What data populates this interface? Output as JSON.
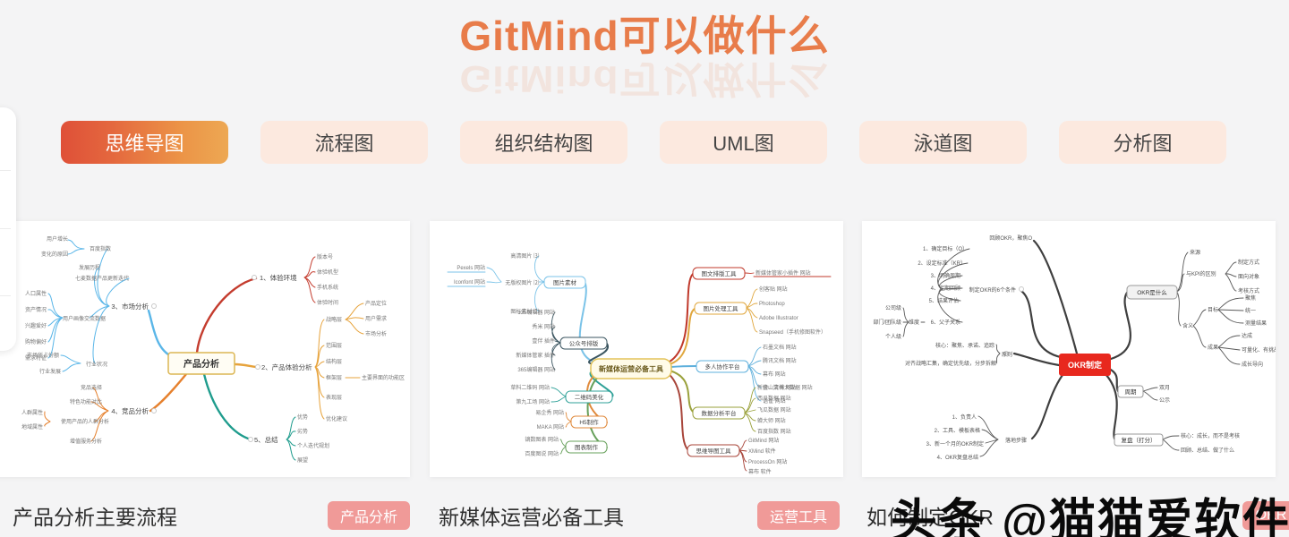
{
  "header": {
    "title": "GitMind可以做什么"
  },
  "tabs": [
    {
      "label": "思维导图",
      "active": true
    },
    {
      "label": "流程图",
      "active": false
    },
    {
      "label": "组织结构图",
      "active": false
    },
    {
      "label": "UML图",
      "active": false
    },
    {
      "label": "泳道图",
      "active": false
    },
    {
      "label": "分析图",
      "active": false
    }
  ],
  "colors": {
    "title_orange": "#e87c4a",
    "tab_active_gradient": [
      "#df5038",
      "#eda853"
    ],
    "tab_inactive_bg": "#fce9df",
    "tag_pink": "#f09a98",
    "okr_center_red": "#e8281e"
  },
  "watermark": {
    "text": "头条 @猫猫爱软件"
  },
  "cards": [
    {
      "caption": "产品分析主要流程",
      "tag": "产品分析",
      "map": {
        "center": "产品分析",
        "nodes": [
          "3、市场分析",
          "百度指数",
          "用户增长",
          "变化的原因",
          "发展历程",
          "七麦数据产品更新迭代",
          "用户画像交流数据",
          "人口属性",
          "资产情况",
          "兴趣爱好",
          "购物偏好",
          "需求特征",
          "行业状况",
          "市场所占份额",
          "行业发展",
          "1、体验环境",
          "版本号",
          "体验机型",
          "手机系统",
          "体验时间",
          "2、产品体验分析",
          "战略层",
          "产品定位",
          "用户需求",
          "市场分析",
          "范围层",
          "结构层",
          "框架层",
          "主要界面的功能区",
          "表现层",
          "优化建议",
          "4、竞品分析",
          "竞品选择",
          "特色功能对比",
          "使用产品的人群分析",
          "人群属性",
          "地域属性",
          "增值服务分析",
          "5、总结",
          "优势",
          "劣势",
          "个人迭代规划",
          "展望"
        ]
      }
    },
    {
      "caption": "新媒体运营必备工具",
      "tag": "运营工具",
      "map": {
        "center": "新媒体运营必备工具",
        "nodes": [
          "图片素材",
          "高清图片 ⑶",
          "无版权图片 ⑵",
          "图标素材 ⑵",
          "Pexels 网站",
          "Iconfont 网站",
          "公众号排版",
          "135编辑器 网站",
          "秀米 网站",
          "壹伴 插件",
          "新媒体管家 插件",
          "365编辑器 网站",
          "二维码美化",
          "草料二维码 网站",
          "第九工场 网站",
          "H5制作",
          "易企秀 网站",
          "MAKA 网站",
          "图表制作",
          "镝数图表 网站",
          "百度图说 网站",
          "图文排版工具",
          "新媒体管家小插件 网站",
          "图片处理工具",
          "创客贴 网站",
          "Photoshop",
          "Adobe Illustrator",
          "Snapseed（手机修图软件）",
          "多人协作平台",
          "石墨文档 网站",
          "腾讯文档 网站",
          "幕布 网站",
          "金山文档 网站",
          "语雀 网站",
          "数据分析平台",
          "新榜、清博大数据 网站",
          "西瓜数据 网站",
          "飞瓜数据 网站",
          "蝉大师 网站",
          "百度指数 网站",
          "思维导图工具",
          "GitMind 网站",
          "XMind 软件",
          "ProcessOn 网站",
          "幕布 软件"
        ]
      }
    },
    {
      "caption": "如何制定OKR",
      "tag": "OKR",
      "map": {
        "center": "OKR制定",
        "nodes": [
          "OKR是什么",
          "来源",
          "与KPI的区别",
          "制定方式",
          "面向对象",
          "考核方式",
          "含义",
          "目标",
          "聚焦",
          "统一",
          "测量结果",
          "成果",
          "达成",
          "可量化、有挑战",
          "成长导向",
          "制定OKR的6个条件",
          "1、确定目标（O）",
          "2、设定标准（KR）",
          "3、明确周期",
          "4、定期回顾",
          "5、结果评估",
          "6、父子关系",
          "维度",
          "公司级",
          "部门/团队级",
          "个人级",
          "回顾OKR，聚焦O",
          "原则",
          "核心：聚焦、承诺、追踪",
          "对齐战略汇集，确定优先级，分步拆解",
          "落地步骤",
          "1、负责人",
          "2、工具、模板表格",
          "3、新一个月的OKR制定",
          "4、OKR复盘总结",
          "周期",
          "双月",
          "公示",
          "复盘（打分）",
          "核心：成长，而不是考核",
          "回顾、总结、做了什么"
        ]
      }
    }
  ]
}
